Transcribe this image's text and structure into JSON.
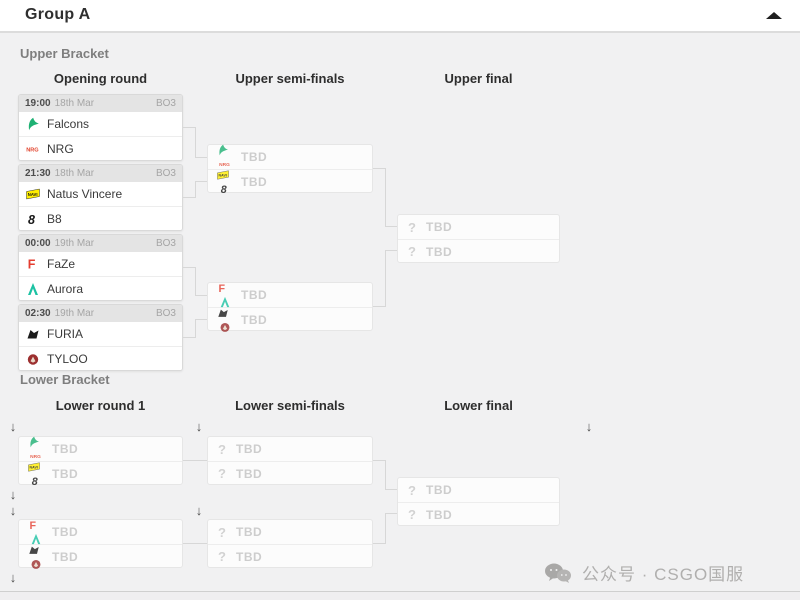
{
  "header": {
    "title": "Group A"
  },
  "misc": {
    "question_glyph": "?",
    "drop_arrow": "↓"
  },
  "upper": {
    "label": "Upper Bracket",
    "columns": [
      "Opening round",
      "Upper semi-finals",
      "Upper final"
    ],
    "matches": [
      {
        "time": "19:00",
        "date": "18th Mar",
        "format": "BO3",
        "teams": [
          {
            "name": "Falcons",
            "icon": "falcons-logo"
          },
          {
            "name": "NRG",
            "icon": "nrg-logo"
          }
        ]
      },
      {
        "time": "21:30",
        "date": "18th Mar",
        "format": "BO3",
        "teams": [
          {
            "name": "Natus Vincere",
            "icon": "navi-logo"
          },
          {
            "name": "B8",
            "icon": "b8-logo"
          }
        ]
      },
      {
        "time": "00:00",
        "date": "19th Mar",
        "format": "BO3",
        "teams": [
          {
            "name": "FaZe",
            "icon": "faze-logo"
          },
          {
            "name": "Aurora",
            "icon": "aurora-logo"
          }
        ]
      },
      {
        "time": "02:30",
        "date": "19th Mar",
        "format": "BO3",
        "teams": [
          {
            "name": "FURIA",
            "icon": "furia-logo"
          },
          {
            "name": "TYLOO",
            "icon": "tyloo-logo"
          }
        ]
      }
    ],
    "semifinals": [
      {
        "slots": [
          {
            "label": "TBD",
            "possible_icons": [
              "falcons-logo",
              "nrg-logo"
            ]
          },
          {
            "label": "TBD",
            "possible_icons": [
              "navi-logo",
              "b8-logo"
            ]
          }
        ]
      },
      {
        "slots": [
          {
            "label": "TBD",
            "possible_icons": [
              "faze-logo",
              "aurora-logo"
            ]
          },
          {
            "label": "TBD",
            "possible_icons": [
              "furia-logo",
              "tyloo-logo"
            ]
          }
        ]
      }
    ],
    "final": {
      "slots": [
        {
          "label": "TBD"
        },
        {
          "label": "TBD"
        }
      ]
    }
  },
  "lower": {
    "label": "Lower Bracket",
    "columns": [
      "Lower round 1",
      "Lower semi-finals",
      "Lower final"
    ],
    "round1": [
      {
        "slots": [
          {
            "label": "TBD",
            "possible_icons": [
              "falcons-logo",
              "nrg-logo"
            ]
          },
          {
            "label": "TBD",
            "possible_icons": [
              "navi-logo",
              "b8-logo"
            ]
          }
        ]
      },
      {
        "slots": [
          {
            "label": "TBD",
            "possible_icons": [
              "faze-logo",
              "aurora-logo"
            ]
          },
          {
            "label": "TBD",
            "possible_icons": [
              "furia-logo",
              "tyloo-logo"
            ]
          }
        ]
      }
    ],
    "semifinals": [
      {
        "slots": [
          {
            "label": "TBD"
          },
          {
            "label": "TBD"
          }
        ]
      },
      {
        "slots": [
          {
            "label": "TBD"
          },
          {
            "label": "TBD"
          }
        ]
      }
    ],
    "final": {
      "slots": [
        {
          "label": "TBD"
        },
        {
          "label": "TBD"
        }
      ]
    }
  },
  "teams": {
    "falcons": {
      "name": "Falcons",
      "color": "#1eb173"
    },
    "nrg": {
      "name": "NRG",
      "color": "#e2432c"
    },
    "navi": {
      "name": "Natus Vincere",
      "color": "#ffee00"
    },
    "b8": {
      "name": "B8",
      "color": "#191919"
    },
    "faze": {
      "name": "FaZe",
      "color": "#e43d30"
    },
    "aurora": {
      "name": "Aurora",
      "color": "#1cc2a3"
    },
    "furia": {
      "name": "FURIA",
      "color": "#1b1b1b"
    },
    "tyloo": {
      "name": "TYLOO",
      "color": "#9c2f2f"
    }
  },
  "watermark": {
    "text": "公众号 · CSGO国服"
  }
}
